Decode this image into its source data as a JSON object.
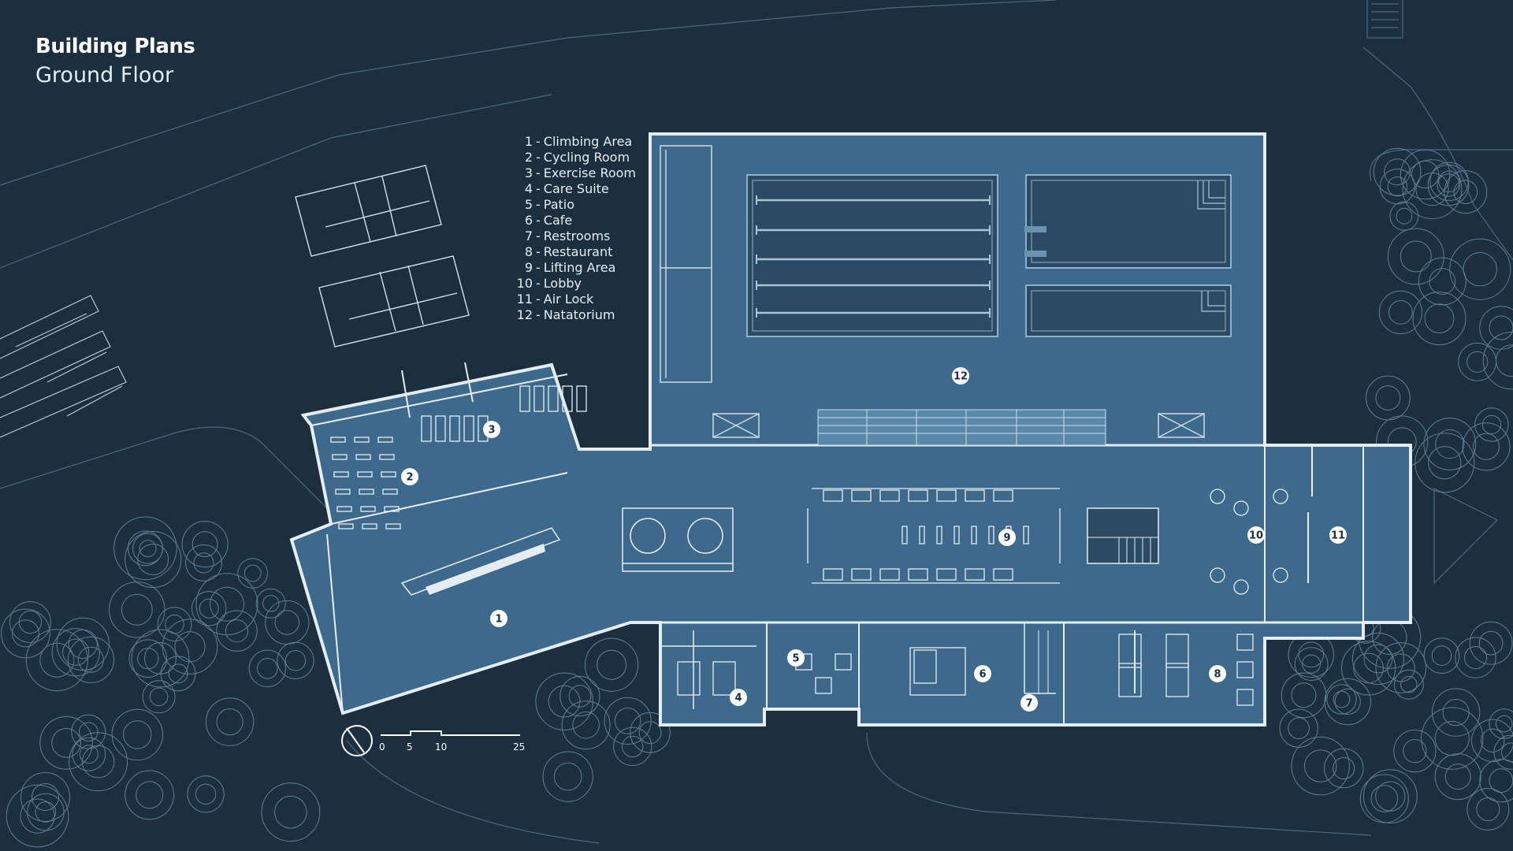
{
  "header": {
    "title": "Building Plans",
    "subtitle": "Ground Floor"
  },
  "legend": [
    {
      "num": "1",
      "label": "Climbing Area"
    },
    {
      "num": "2",
      "label": "Cycling Room"
    },
    {
      "num": "3",
      "label": "Exercise Room"
    },
    {
      "num": "4",
      "label": "Care Suite"
    },
    {
      "num": "5",
      "label": "Patio"
    },
    {
      "num": "6",
      "label": "Cafe"
    },
    {
      "num": "7",
      "label": "Restrooms"
    },
    {
      "num": "8",
      "label": "Restaurant"
    },
    {
      "num": "9",
      "label": "Lifting Area"
    },
    {
      "num": "10",
      "label": "Lobby"
    },
    {
      "num": "11",
      "label": "Air Lock"
    },
    {
      "num": "12",
      "label": "Natatorium"
    }
  ],
  "scale_bar": {
    "labels": [
      "0",
      "5",
      "10",
      "25"
    ]
  },
  "colors": {
    "background": "#1c2f3f",
    "floor": "#3d6a8c",
    "line": "#e6edf2",
    "pool": "#2b4a63"
  }
}
